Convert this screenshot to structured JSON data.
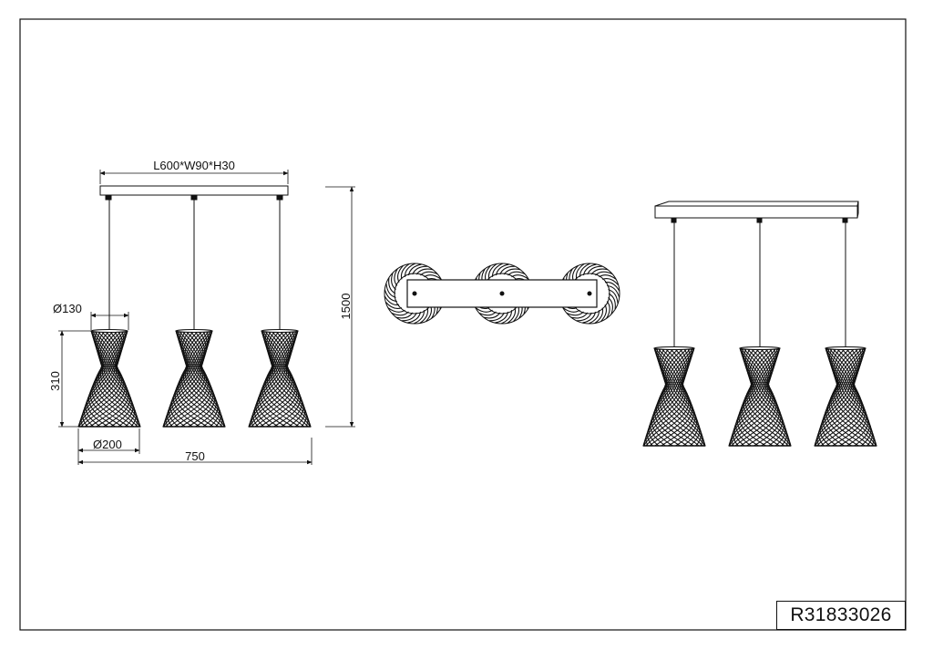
{
  "drawing": {
    "product_code": "R31833026",
    "dimensions": {
      "canopy": "L600*W90*H30",
      "shade_top_diameter": "Ø130",
      "shade_height": "310",
      "shade_bottom_diameter": "Ø200",
      "total_width": "750",
      "total_height": "1500"
    }
  },
  "colors": {
    "line": "#111111",
    "background": "#ffffff"
  }
}
